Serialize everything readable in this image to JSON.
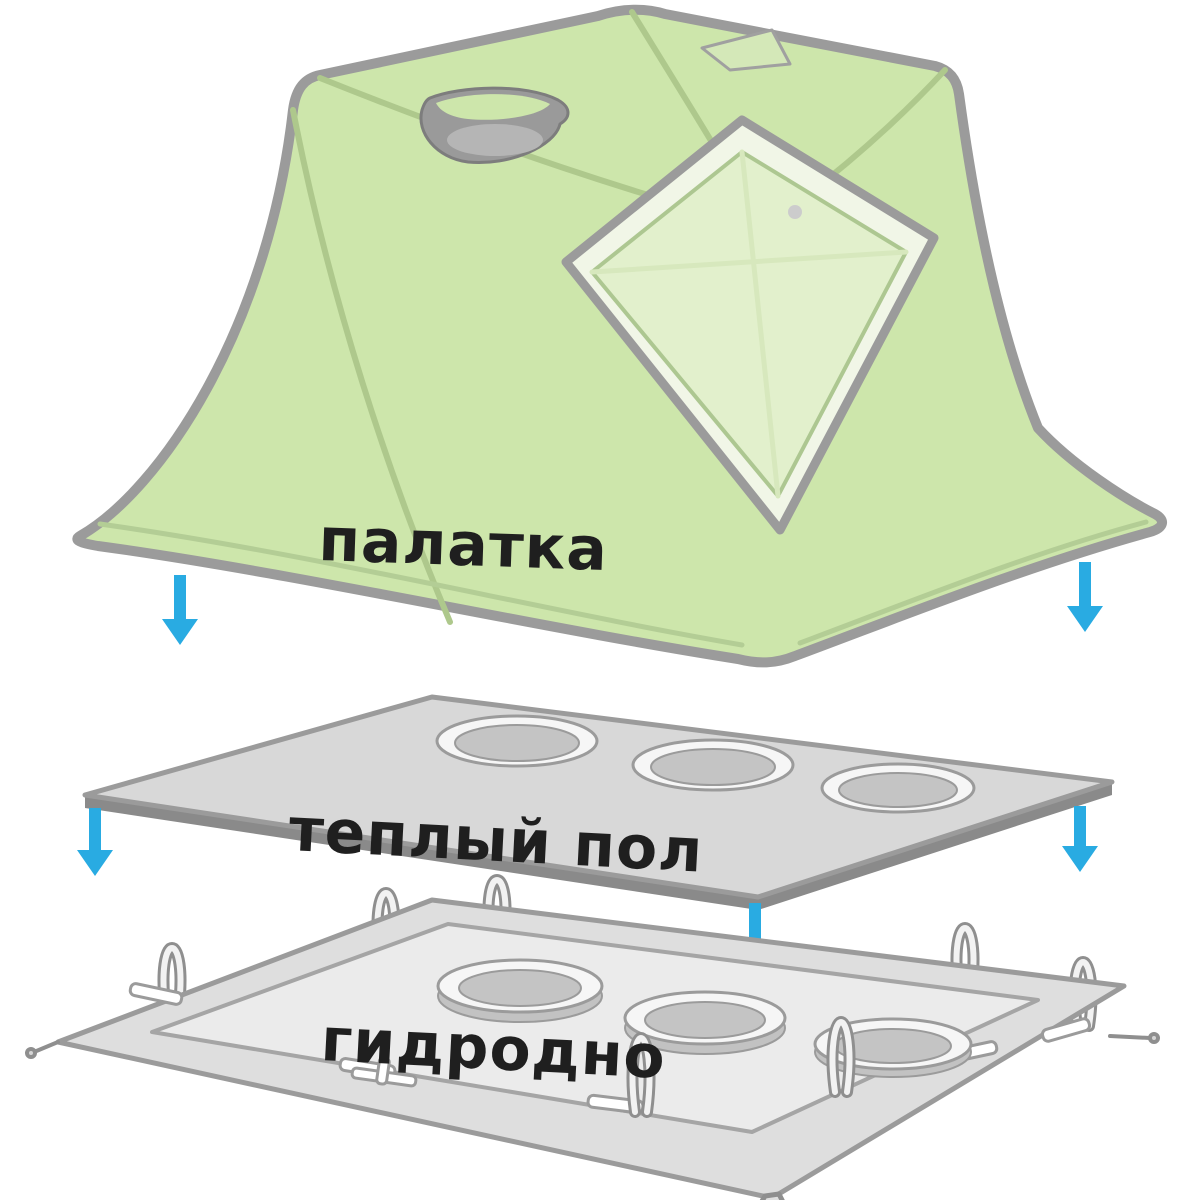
{
  "diagram": {
    "title": "tent-layers-assembly-diagram",
    "labels": {
      "tent": "палатка",
      "warm_floor": "теплый пол",
      "hydro_bottom": "гидродно"
    },
    "colors": {
      "arrow_blue": "#29abe2",
      "tent_green": "#cde6ab",
      "tent_green_light": "#e2f0cc",
      "window_frame": "#f1f6e7",
      "outline_gray": "#9b9b9b",
      "layer_gray": "#d8d8d8",
      "layer_edge_gray": "#8a8a8a",
      "floor_gray": "#ebebeb",
      "wall_gray": "#dedede",
      "hole_gray": "#c4c4c4",
      "rim_white": "#f6f6f6",
      "text_black": "#1f1f1f"
    }
  }
}
